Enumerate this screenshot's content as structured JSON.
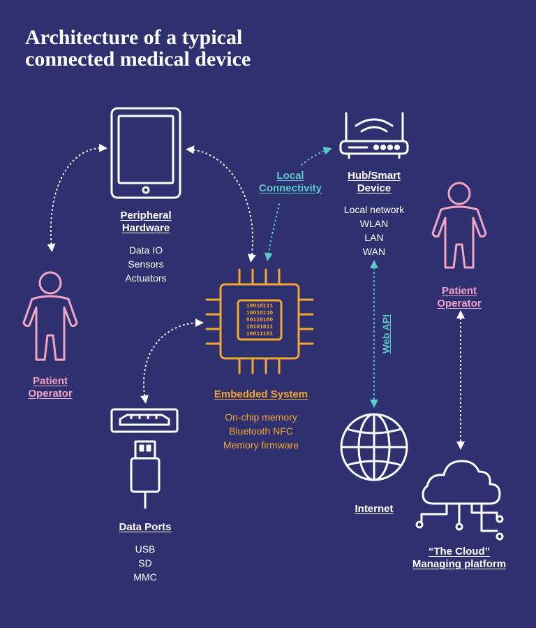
{
  "title": {
    "line1": "Architecture of a typical",
    "line2": "connected medical device"
  },
  "colors": {
    "background": "#2e3070",
    "white": "#ffffff",
    "pink": "#f1a5c2",
    "orange": "#f3a72f",
    "teal": "#5dc8c9"
  },
  "peripheral": {
    "label1": "Peripheral",
    "label2": "Hardware",
    "items": [
      "Data IO",
      "Sensors",
      "Actuators"
    ],
    "icon": "tablet-icon"
  },
  "hub": {
    "label1": "Hub/Smart",
    "label2": "Device",
    "items": [
      "Local network",
      "WLAN",
      "LAN",
      "WAN"
    ],
    "icon": "router-icon"
  },
  "local_connectivity": {
    "line1": "Local",
    "line2": "Connectivity"
  },
  "patient_left": {
    "line1": "Patient",
    "line2": "Operator",
    "icon": "person-icon"
  },
  "patient_right": {
    "line1": "Patient",
    "line2": "Operator",
    "icon": "person-icon"
  },
  "embedded": {
    "label": "Embedded System",
    "items": [
      "On-chip memory",
      "Bluetooth NFC",
      "Memory firmware"
    ],
    "binary": [
      "10010111",
      "10010110",
      "00110100",
      "10101011",
      "10011101"
    ],
    "icon": "chip-icon"
  },
  "data_ports": {
    "label": "Data Ports",
    "items": [
      "USB",
      "SD",
      "MMC"
    ],
    "icon": "usb-icon"
  },
  "internet": {
    "label": "Internet",
    "icon": "globe-icon"
  },
  "web_api": "Web API",
  "cloud": {
    "line1": "“The Cloud”",
    "line2": "Managing platform",
    "icon": "cloud-icon"
  }
}
